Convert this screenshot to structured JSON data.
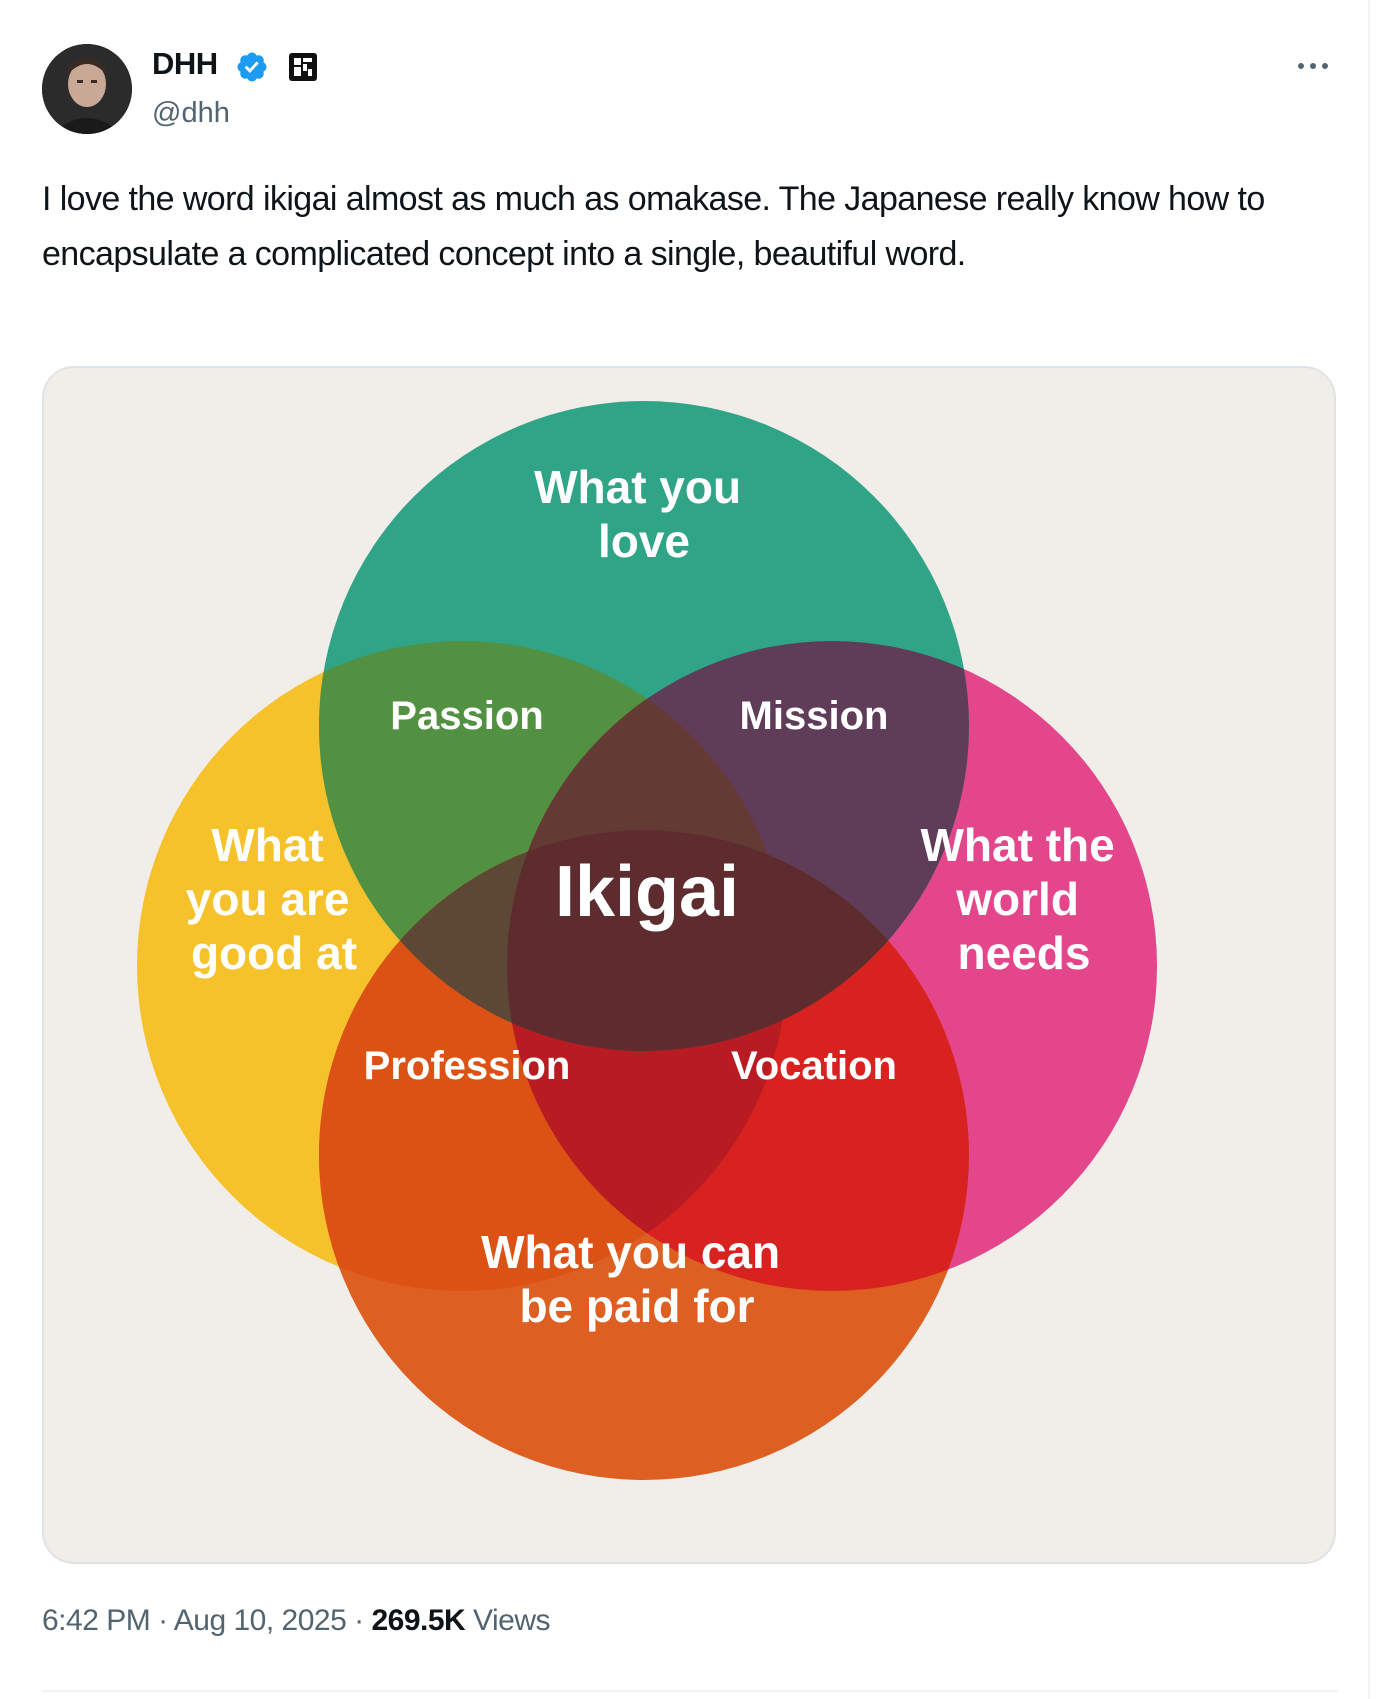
{
  "author": {
    "display_name": "DHH",
    "handle": "@dhh",
    "avatar_icon": "profile-photo",
    "verified_icon": "verified-badge-icon",
    "affiliate_icon": "affiliate-badge-icon"
  },
  "more_icon": "more-horizontal-icon",
  "tweet": {
    "text": "I love the word ikigai almost as much as omakase. The Japanese really know how to encapsulate a complicated concept into a single, beautiful word."
  },
  "diagram": {
    "top_lines": [
      "What you",
      "love"
    ],
    "left_lines": [
      "What",
      "you are",
      "good at"
    ],
    "right_lines": [
      "What the",
      "world",
      "needs"
    ],
    "bottom_lines": [
      "What you can",
      "be paid for"
    ],
    "passion": "Passion",
    "mission": "Mission",
    "profession": "Profession",
    "vocation": "Vocation",
    "center": "Ikigai",
    "colors": {
      "background": "#f1ede9",
      "love": "#30a487",
      "good_at": "#f6c22c",
      "world_needs": "#e3468a",
      "paid_for": "#dd5f22"
    }
  },
  "meta": {
    "time": "6:42 PM",
    "date": "Aug 10, 2025",
    "separator": "·",
    "views_count": "269.5K",
    "views_label": "Views"
  },
  "colors": {
    "verified": "#1d9bf0",
    "secondary_text": "#536471",
    "primary_text": "#0f1419"
  }
}
